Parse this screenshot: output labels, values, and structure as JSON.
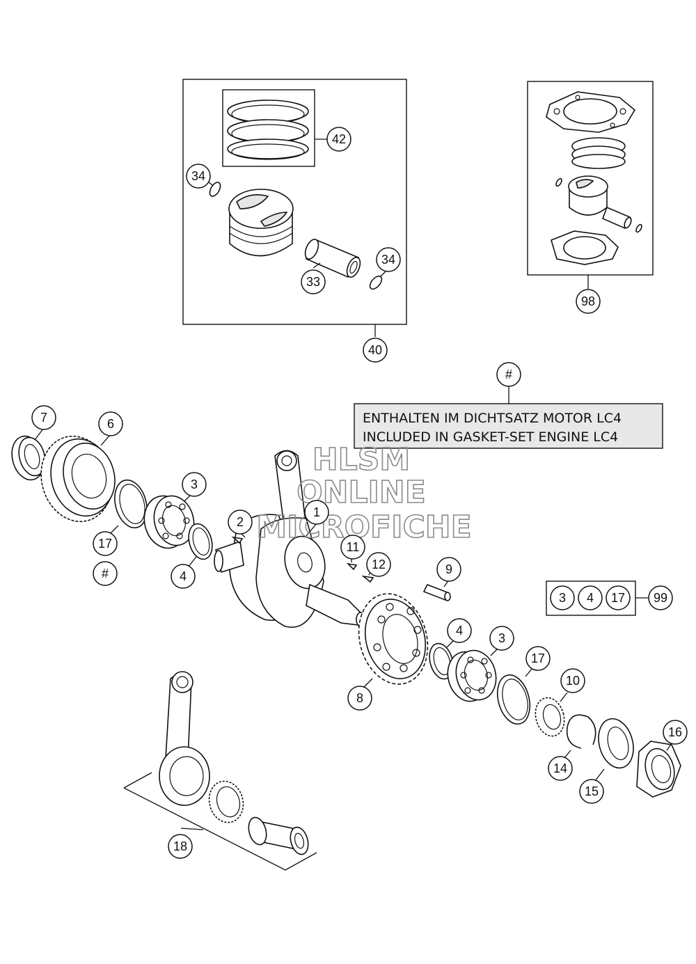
{
  "note": {
    "ref": "#",
    "line1": "ENTHALTEN IM DICHTSATZ MOTOR LC4",
    "line2": "INCLUDED IN GASKET-SET ENGINE LC4"
  },
  "watermark": {
    "line1": "HLSM",
    "line2": "ONLINE",
    "line3": "MICROFICHE"
  },
  "callouts": {
    "c42": "42",
    "c34a": "34",
    "c34b": "34",
    "c33": "33",
    "c40": "40",
    "c98": "98",
    "c7": "7",
    "c6": "6",
    "c3a": "3",
    "c2": "2",
    "c1": "1",
    "c17a": "17",
    "c4a": "4",
    "c11": "11",
    "c12": "12",
    "c9": "9",
    "c4b": "4",
    "c3b": "3",
    "c17b": "17",
    "c10": "10",
    "c16": "16",
    "c8": "8",
    "c14": "14",
    "c15": "15",
    "c18": "18",
    "hash": "#"
  },
  "kit99": {
    "items": [
      "3",
      "4",
      "17"
    ],
    "label": "99"
  }
}
